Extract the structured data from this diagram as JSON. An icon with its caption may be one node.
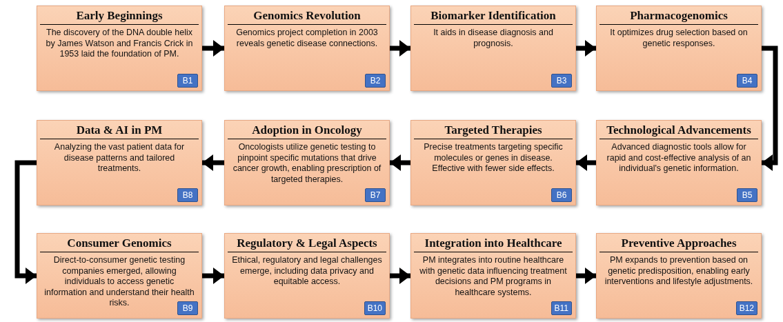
{
  "diagram": {
    "nodes": [
      {
        "text": [
          "Early Beginnings",
          "The discovery of the DNA double helix by James Watson and Francis Crick in 1953 laid the foundation of PM."
        ]
      },
      {
        "text": [
          "B1"
        ],
        "in": 0
      },
      {
        "text": [
          "Genomics Revolution",
          "Genomics project completion in 2003 reveals genetic disease connections."
        ]
      },
      {
        "text": [
          "B2"
        ],
        "in": 2
      },
      {
        "text": [
          "Biomarker Identification",
          "It aids in disease diagnosis and prognosis."
        ]
      },
      {
        "text": [
          "B3"
        ],
        "in": 4
      },
      {
        "text": [
          "Pharmacogenomics",
          "It optimizes drug selection based on genetic responses."
        ]
      },
      {
        "text": [
          "B4"
        ],
        "in": 6
      },
      {
        "text": [
          "Technological Advancements",
          "Advanced diagnostic tools allow for rapid and cost-effective analysis of an individual's genetic information."
        ]
      },
      {
        "text": [
          "B5"
        ],
        "in": 8
      },
      {
        "text": [
          "Targeted Therapies",
          "Precise treatments targeting specific molecules or genes in disease. Effective with fewer side effects."
        ]
      },
      {
        "text": [
          "B6"
        ],
        "in": 10
      },
      {
        "text": [
          "Adoption in Oncology",
          "Oncologists utilize genetic testing to pinpoint specific mutations that drive cancer growth, enabling prescription of targeted therapies."
        ]
      },
      {
        "text": [
          "B7"
        ],
        "in": 12
      },
      {
        "text": [
          "Data & AI in PM",
          "Analyzing the vast patient data for disease patterns and tailored treatments."
        ]
      },
      {
        "text": [
          "B8"
        ],
        "in": 14
      },
      {
        "text": [
          "Consumer Genomics",
          "Direct-to-consumer genetic testing companies emerged, allowing individuals to access genetic information and understand their health risks."
        ]
      },
      {
        "text": [
          "B9"
        ],
        "in": 16
      },
      {
        "text": [
          "Regulatory & Legal Aspects",
          "Ethical, regulatory and legal challenges emerge, including data privacy and equitable access."
        ]
      },
      {
        "text": [
          "B10"
        ],
        "in": 18
      },
      {
        "text": [
          "Integration into Healthcare",
          "PM integrates into routine healthcare with genetic data influencing treatment decisions and PM programs in healthcare systems."
        ]
      },
      {
        "text": [
          "B11"
        ],
        "in": 20
      },
      {
        "text": [
          "Preventive Approaches",
          "PM expands to prevention based on genetic predisposition, enabling early interventions and lifestyle adjustments."
        ]
      },
      {
        "text": [
          "B12"
        ],
        "in": 22
      }
    ],
    "edges": [
      {
        "from": 0,
        "to": 2,
        "arrow": "to"
      },
      {
        "from": 2,
        "to": 4,
        "arrow": "to"
      },
      {
        "from": 4,
        "to": 6,
        "arrow": "to"
      },
      {
        "from": 6,
        "to": 8,
        "arrow": "to"
      },
      {
        "from": 8,
        "to": 10,
        "arrow": "to"
      },
      {
        "from": 10,
        "to": 12,
        "arrow": "to"
      },
      {
        "from": 12,
        "to": 14,
        "arrow": "to"
      },
      {
        "from": 14,
        "to": 16,
        "arrow": "to"
      },
      {
        "from": 16,
        "to": 18,
        "arrow": "to"
      },
      {
        "from": 18,
        "to": 20,
        "arrow": "to"
      },
      {
        "from": 20,
        "to": 22,
        "arrow": "to"
      }
    ]
  }
}
